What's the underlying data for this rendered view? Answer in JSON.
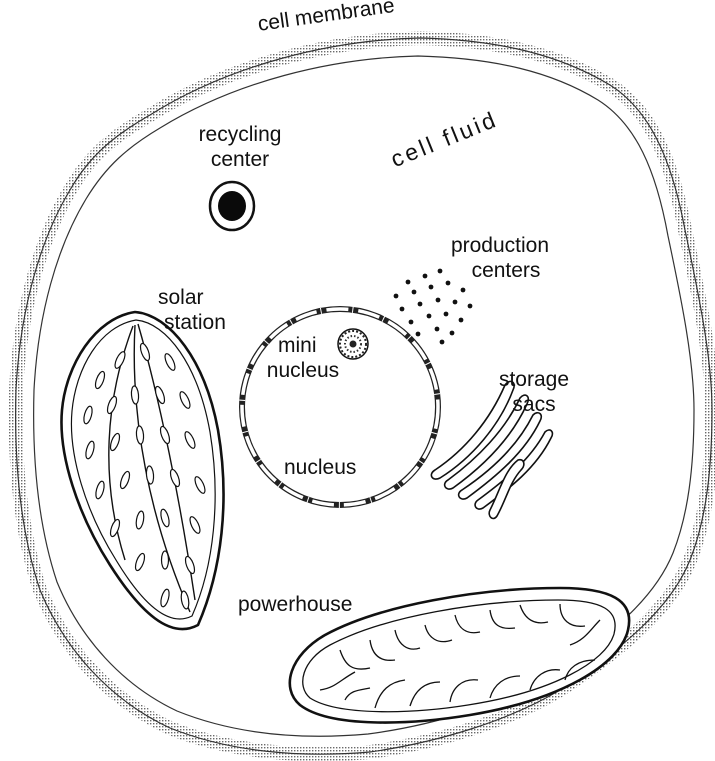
{
  "labels": {
    "cell_membrane": "cell membrane",
    "cell_fluid": "cell fluid",
    "recycling_center": [
      "recycling",
      "center"
    ],
    "production_centers": [
      "production",
      "centers"
    ],
    "solar_station": [
      "solar",
      "station"
    ],
    "mini_nucleus": [
      "mini",
      "nucleus"
    ],
    "nucleus": "nucleus",
    "storage_sacs": [
      "storage",
      "sacs"
    ],
    "powerhouse": "powerhouse"
  },
  "colors": {
    "ink": "#111111",
    "membrane": "#555555",
    "paper": "#ffffff"
  }
}
